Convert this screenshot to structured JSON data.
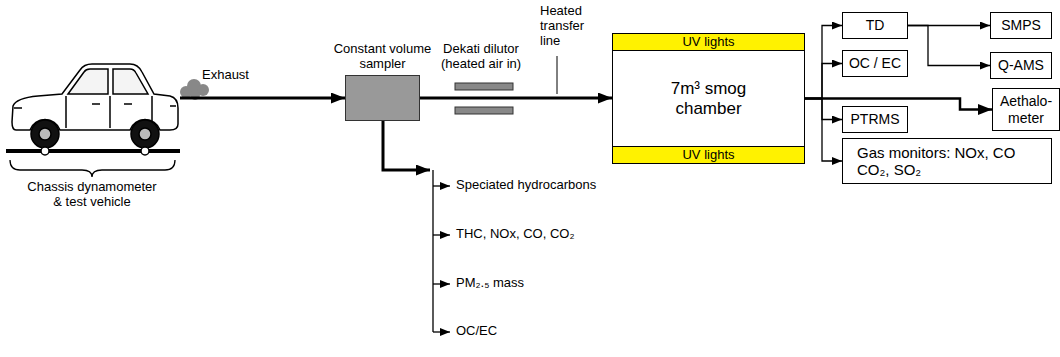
{
  "diagram": {
    "nodes": [
      {
        "text": [
          "Constant volume sampler"
        ]
      },
      {
        "text": [
          "7m³ smog chamber"
        ]
      },
      {
        "text": [
          "UV lights"
        ],
        "in": 1
      },
      {
        "text": [
          "UV lights"
        ],
        "in": 1
      },
      {
        "text": [
          "TD"
        ]
      },
      {
        "text": [
          "SMPS"
        ]
      },
      {
        "text": [
          "OC / EC"
        ]
      },
      {
        "text": [
          "Q-AMS"
        ]
      },
      {
        "text": [
          "Aethalo-meter"
        ]
      },
      {
        "text": [
          "PTRMS"
        ]
      },
      {
        "text": [
          "Gas monitors: NOx, CO CO₂, SO₂"
        ]
      }
    ],
    "edges": [
      {
        "from": 0,
        "to": 1,
        "arrow": "to"
      },
      {
        "from": 1,
        "to": 4,
        "arrow": "to"
      },
      {
        "from": 1,
        "to": 6,
        "arrow": "to"
      },
      {
        "from": 1,
        "to": 8,
        "arrow": "to"
      },
      {
        "from": 1,
        "to": 9,
        "arrow": "to"
      },
      {
        "from": 1,
        "to": 10,
        "arrow": "to"
      },
      {
        "from": 4,
        "to": 5,
        "arrow": "to"
      },
      {
        "from": 4,
        "to": 7,
        "arrow": "to"
      }
    ],
    "labels": [
      "Exhaust",
      "Dekati dilutor (heated air in)",
      "Heated transfer line",
      "Speciated hydrocarbons",
      "THC, NOx, CO, CO₂",
      "PM₂.₅ mass",
      "OC/EC",
      "Chassis dynamometer & test vehicle"
    ]
  }
}
